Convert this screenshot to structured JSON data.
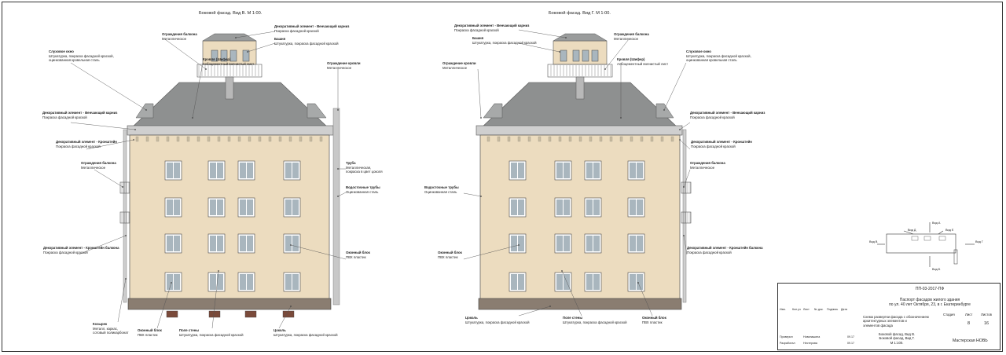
{
  "views": {
    "left_title": "Боковой фасад. Вид В. М 1:00.",
    "right_title": "Боковой фасад. Вид Г. М 1:00."
  },
  "left_annotations": [
    {
      "id": "l1",
      "title": "Ограждения балкона",
      "sub": "Металлическое"
    },
    {
      "id": "l2",
      "title": "Слуховое окно",
      "sub": "Штукатурка, покраска фасадной краской,|оцинкованная кровельная сталь"
    },
    {
      "id": "l3",
      "title": "Декоративный элемент - Венчающий карниз",
      "sub": "Покраска фасадной краской"
    },
    {
      "id": "l4",
      "title": "Декоративный элемент - Кронштейн",
      "sub": "Покраска фасадной краской"
    },
    {
      "id": "l5",
      "title": "Ограждения балкона",
      "sub": "Металлическое"
    },
    {
      "id": "l6",
      "title": "Декоративный элемент - Кронштейн балкона",
      "sub": "Покраска фасадной краской"
    },
    {
      "id": "l7",
      "title": "Козырек",
      "sub": "Металл. каркас,|сотовый поликарбонат"
    },
    {
      "id": "l8",
      "title": "Оконный блок",
      "sub": "ПВХ пластик"
    },
    {
      "id": "l9",
      "title": "Поле стены",
      "sub": "Штукатурка, покраска фасадной краской"
    },
    {
      "id": "l10",
      "title": "Цоколь",
      "sub": "Штукатурка, покраска фасадной краской"
    },
    {
      "id": "l11",
      "title": "Декоративный элемент - Венчающий карниз",
      "sub": "Покраска фасадной краской"
    },
    {
      "id": "l12",
      "title": "Башня",
      "sub": "Штукатурка, покраска фасадной краской"
    },
    {
      "id": "l13",
      "title": "Кровля (Шифер)",
      "sub": "Асбоцементный волнистый лист"
    },
    {
      "id": "l14",
      "title": "Ограждение кровли",
      "sub": "Металлическое"
    },
    {
      "id": "l15",
      "title": "Труба",
      "sub": "Металлическая,|покраска в цвет цоколя"
    },
    {
      "id": "l16",
      "title": "Водосточные трубы",
      "sub": "Оцинкованная сталь"
    },
    {
      "id": "l17",
      "title": "Оконный блок",
      "sub": "ПВХ пластик"
    }
  ],
  "right_annotations": [
    {
      "id": "r1",
      "title": "Декоративный элемент - Венчающий карниз",
      "sub": "Покраска фасадной краской"
    },
    {
      "id": "r2",
      "title": "Башня",
      "sub": "Штукатурка, покраска фасадной краской"
    },
    {
      "id": "r3",
      "title": "Ограждение кровли",
      "sub": "Металлическое"
    },
    {
      "id": "r4",
      "title": "Водосточные трубы",
      "sub": "Оцинкованная сталь"
    },
    {
      "id": "r5",
      "title": "Оконный блок",
      "sub": "ПВХ пластик"
    },
    {
      "id": "r6",
      "title": "Цоколь",
      "sub": "Штукатурка, покраска фасадной краской"
    },
    {
      "id": "r7",
      "title": "Поле стены",
      "sub": "Штукатурка, покраска фасадной краской"
    },
    {
      "id": "r8",
      "title": "Оконный блок",
      "sub": "ПВХ пластик"
    },
    {
      "id": "r9",
      "title": "Ограждения балкона",
      "sub": "Металлическое"
    },
    {
      "id": "r10",
      "title": "Кровля (Шифер)",
      "sub": "Асбоцементный волнистый лист"
    },
    {
      "id": "r11",
      "title": "Слуховое окно",
      "sub": "Штукатурка, покраска фасадной краской,|оцинкованная кровельная сталь"
    },
    {
      "id": "r12",
      "title": "Декоративный элемент - Венчающий карниз",
      "sub": "Покраска фасадной краской"
    },
    {
      "id": "r13",
      "title": "Декоративный элемент - Кронштейн",
      "sub": "Покраска фасадной краской"
    },
    {
      "id": "r14",
      "title": "Ограждения балкона",
      "sub": "Металлическое"
    },
    {
      "id": "r15",
      "title": "Декоративный элемент - Кронштейн балкона",
      "sub": "Покраска фасадной краской"
    }
  ],
  "key_plan": {
    "labels": [
      "Вид А",
      "Вид Д",
      "Вид Е",
      "Вид В",
      "Вид Г",
      "Вид Б"
    ]
  },
  "title_block": {
    "code": "ПП-03-2017-ПФ",
    "project": "Паспорт фасадов жилого здания|по ул. 40 лет Октября, 23, в г. Екатеринбурге",
    "sheet_desc": "Схема развертки фасада с обозначением|архитектурных элементов и|элементов фасада",
    "sheet_name": "Боковой фасад, Вид В.|Боковой фасад, Вид Г.|М 1:100.",
    "stage_label": "Стадия",
    "sheet_label": "Лист",
    "sheets_label": "Листов",
    "stage": "",
    "sheet": "8",
    "sheets": "16",
    "org": "Мастерская НОВЬ",
    "cols": [
      "Изм.",
      "Кол.уч",
      "Лист",
      "№ док.",
      "Подпись",
      "Дата"
    ],
    "rows": [
      {
        "role": "Проверил",
        "name": "Новопашина",
        "date": "09.17"
      },
      {
        "role": "Разработал",
        "name": "Нестерова",
        "date": "09.17"
      }
    ]
  },
  "colors": {
    "wall": "#ecdcbf",
    "roof": "#8e9090",
    "plinth": "#8a7d71",
    "window_frame": "#ffffff",
    "glass": "#a9b6be"
  }
}
